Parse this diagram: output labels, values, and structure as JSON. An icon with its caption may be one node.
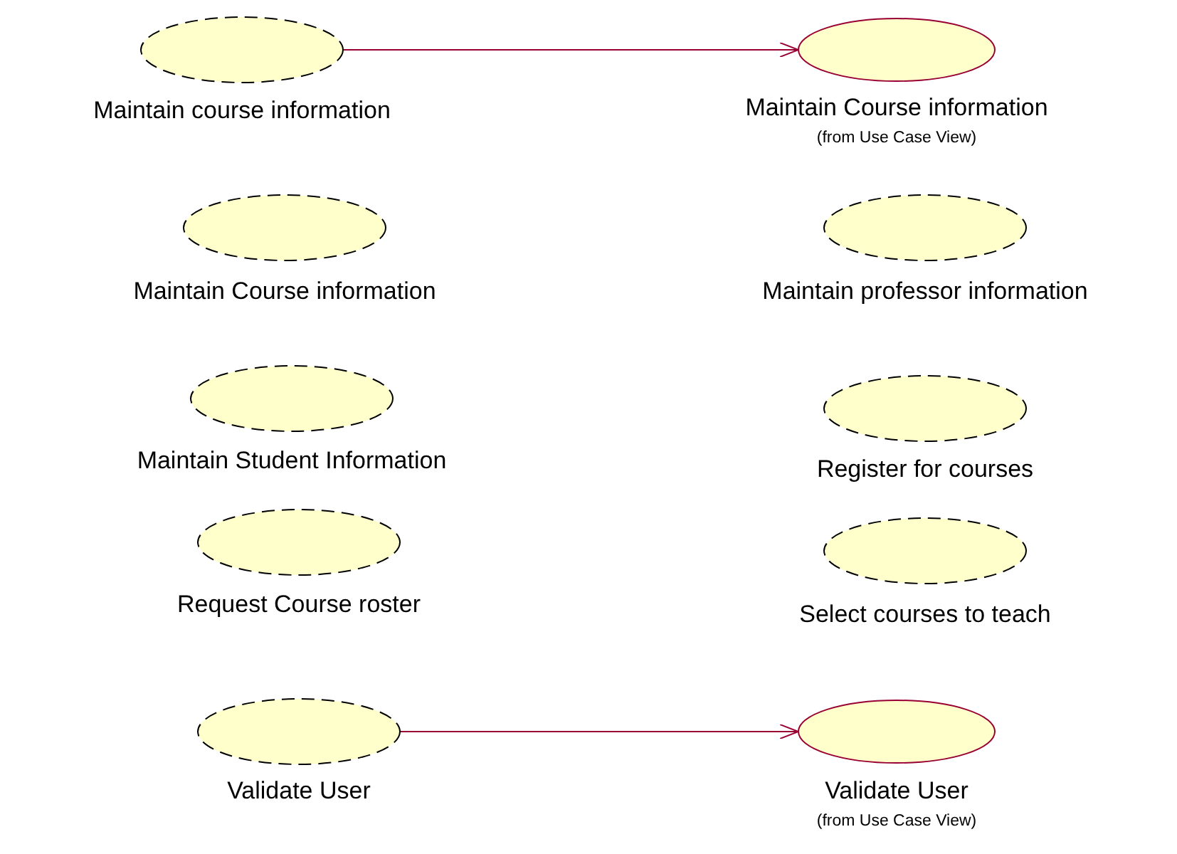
{
  "diagram": {
    "nodes": [
      {
        "text": [
          "Maintain course information"
        ]
      },
      {
        "text": [
          "Maintain Course information",
          "(from Use Case View)"
        ]
      },
      {
        "text": [
          "Maintain Course information"
        ]
      },
      {
        "text": [
          "Maintain professor information"
        ]
      },
      {
        "text": [
          "Maintain Student Information"
        ]
      },
      {
        "text": [
          "Register for courses"
        ]
      },
      {
        "text": [
          "Request Course roster"
        ]
      },
      {
        "text": [
          "Select courses to teach"
        ]
      },
      {
        "text": [
          "Validate User"
        ]
      },
      {
        "text": [
          "Validate User",
          "(from Use Case View)"
        ]
      }
    ],
    "edges": [
      {
        "from": 0,
        "to": 1,
        "arrow": "to"
      },
      {
        "from": 8,
        "to": 9,
        "arrow": "to"
      }
    ]
  }
}
